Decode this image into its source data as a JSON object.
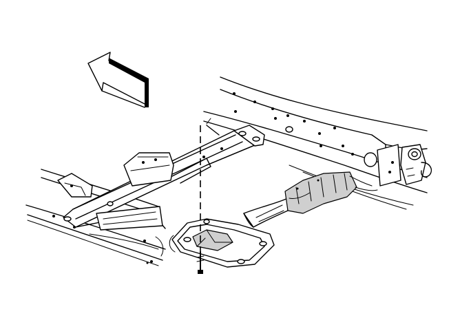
{
  "diagram": {
    "background_color": "#ffffff",
    "line_color": "#000000",
    "parts": [
      "direction-arrow",
      "vehicle-frame-rail",
      "transmission-crossmember",
      "transmission-mount",
      "exhaust-pipe",
      "mount-bolt"
    ]
  }
}
